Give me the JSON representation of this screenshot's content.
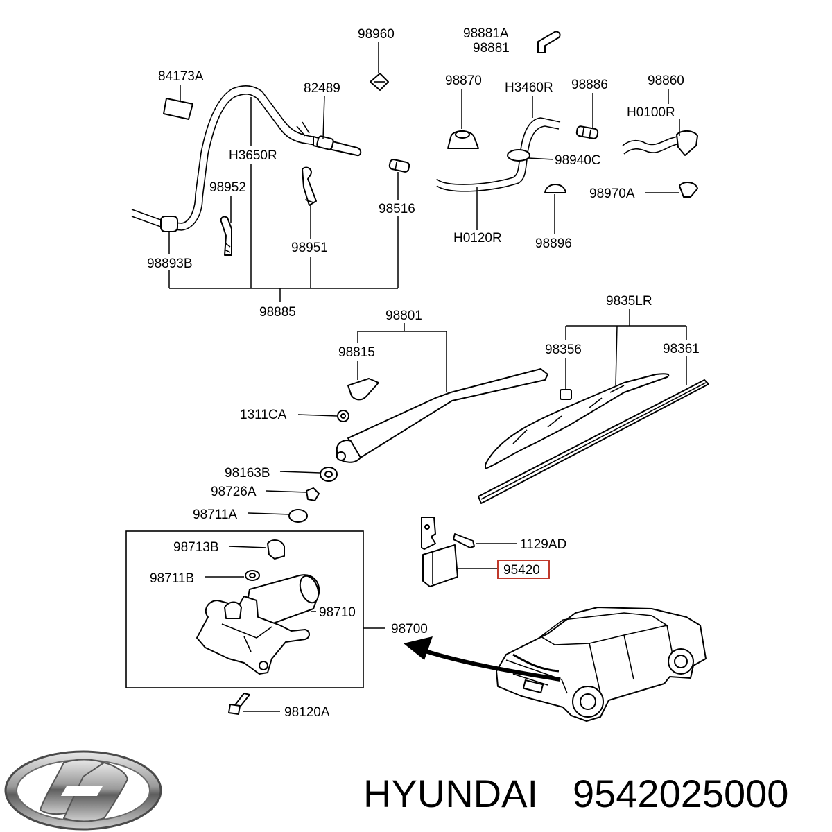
{
  "labels": {
    "p98960": "98960",
    "p98881A": "98881A",
    "p98881": "98881",
    "p84173A": "84173A",
    "p82489": "82489",
    "p98870": "98870",
    "pH3460R": "H3460R",
    "p98886": "98886",
    "p98860": "98860",
    "pH0100R": "H0100R",
    "pH3650R": "H3650R",
    "p98940C": "98940C",
    "p98952": "98952",
    "p98516": "98516",
    "p98970A": "98970A",
    "p98951": "98951",
    "pH0120R": "H0120R",
    "p98896": "98896",
    "p98893B": "98893B",
    "p98885": "98885",
    "p98801": "98801",
    "p9835LR": "9835LR",
    "p98815": "98815",
    "p98356": "98356",
    "p98361": "98361",
    "p1311CA": "1311CA",
    "p98163B": "98163B",
    "p98726A": "98726A",
    "p98711A": "98711A",
    "p1129AD": "1129AD",
    "p98713B": "98713B",
    "p95420": "95420",
    "p98711B": "98711B",
    "p98710": "98710",
    "p98700": "98700",
    "p98120A": "98120A"
  },
  "highlight_color": "#c0392b",
  "brand": {
    "logo_icon": "hyundai-logo-icon",
    "name": "HYUNDAI",
    "part_number": "9542025000"
  }
}
